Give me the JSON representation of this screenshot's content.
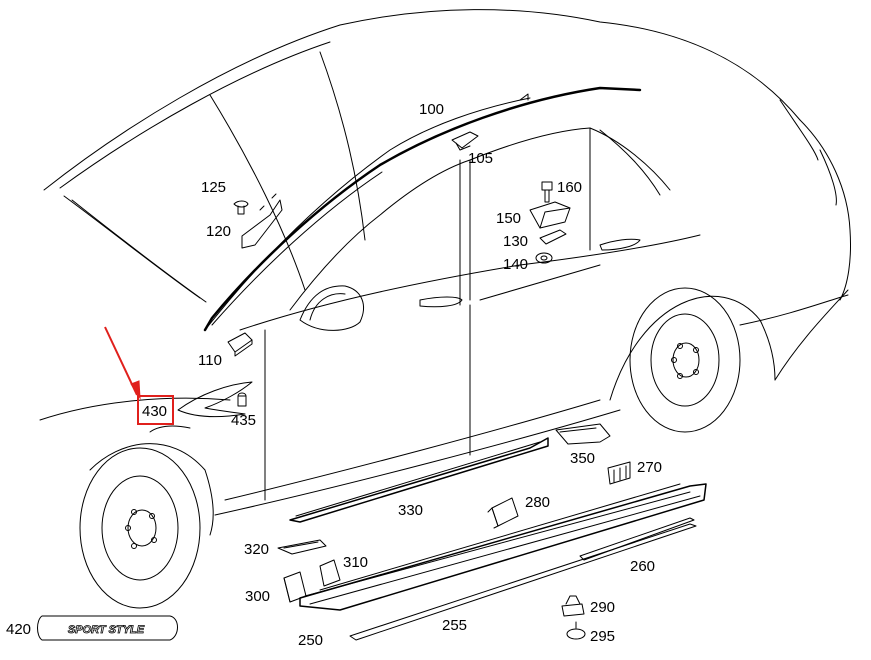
{
  "diagram": {
    "part_labels": {
      "p100": "100",
      "p105": "105",
      "p110": "110",
      "p120": "120",
      "p125": "125",
      "p130": "130",
      "p140": "140",
      "p150": "150",
      "p160": "160",
      "p250": "250",
      "p255": "255",
      "p260": "260",
      "p270": "270",
      "p280": "280",
      "p290": "290",
      "p295": "295",
      "p300": "300",
      "p310": "310",
      "p320": "320",
      "p330": "330",
      "p350": "350",
      "p420": "420",
      "p430": "430",
      "p435": "435"
    },
    "badge_text": "SPORT STYLE",
    "highlight": {
      "part": "430",
      "color": "#e0201c"
    },
    "line_color": "#000000"
  }
}
